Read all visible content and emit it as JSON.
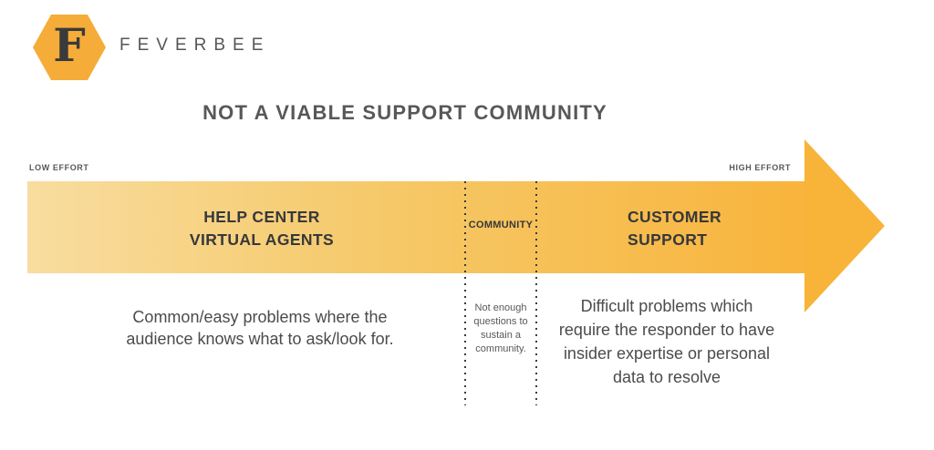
{
  "logo": {
    "brand": "FEVERBEE",
    "monogram": "F"
  },
  "title": "NOT A VIABLE SUPPORT COMMUNITY",
  "axis": {
    "left": "LOW EFFORT",
    "right": "HIGH EFFORT"
  },
  "colors": {
    "hexagon": "#F5AC38",
    "arrow_gradient_start": "#F8DDA0",
    "arrow_gradient_end": "#F8B43C",
    "arrowhead": "#F8B339",
    "title_text": "#58585A",
    "zone_label_text": "#37383B",
    "body_text": "#4B4B4D"
  },
  "zones": [
    {
      "id": "help-center",
      "label": "HELP CENTER\nVIRTUAL AGENTS",
      "description": "Common/easy problems where the\naudience knows what to ask/look for."
    },
    {
      "id": "community",
      "label": "COMMUNITY",
      "description": "Not enough\nquestions to\nsustain a\ncommunity."
    },
    {
      "id": "customer-support",
      "label": "CUSTOMER\nSUPPORT",
      "description": "Difficult problems which\nrequire the responder to have\ninsider expertise or personal\ndata to resolve"
    }
  ]
}
